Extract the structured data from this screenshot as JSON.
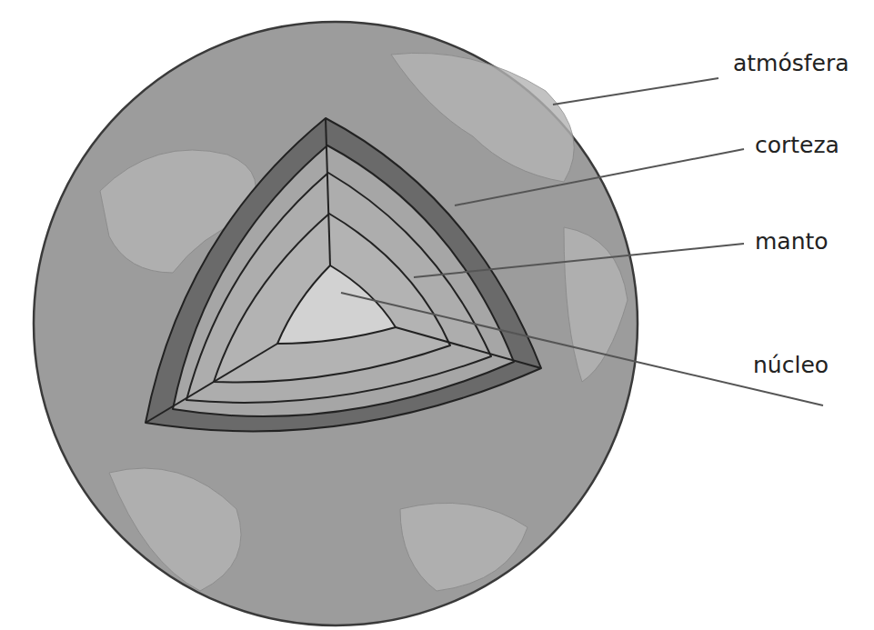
{
  "diagram": {
    "labels": [
      "atmósfera",
      "corteza",
      "manto",
      "núcleo"
    ]
  }
}
